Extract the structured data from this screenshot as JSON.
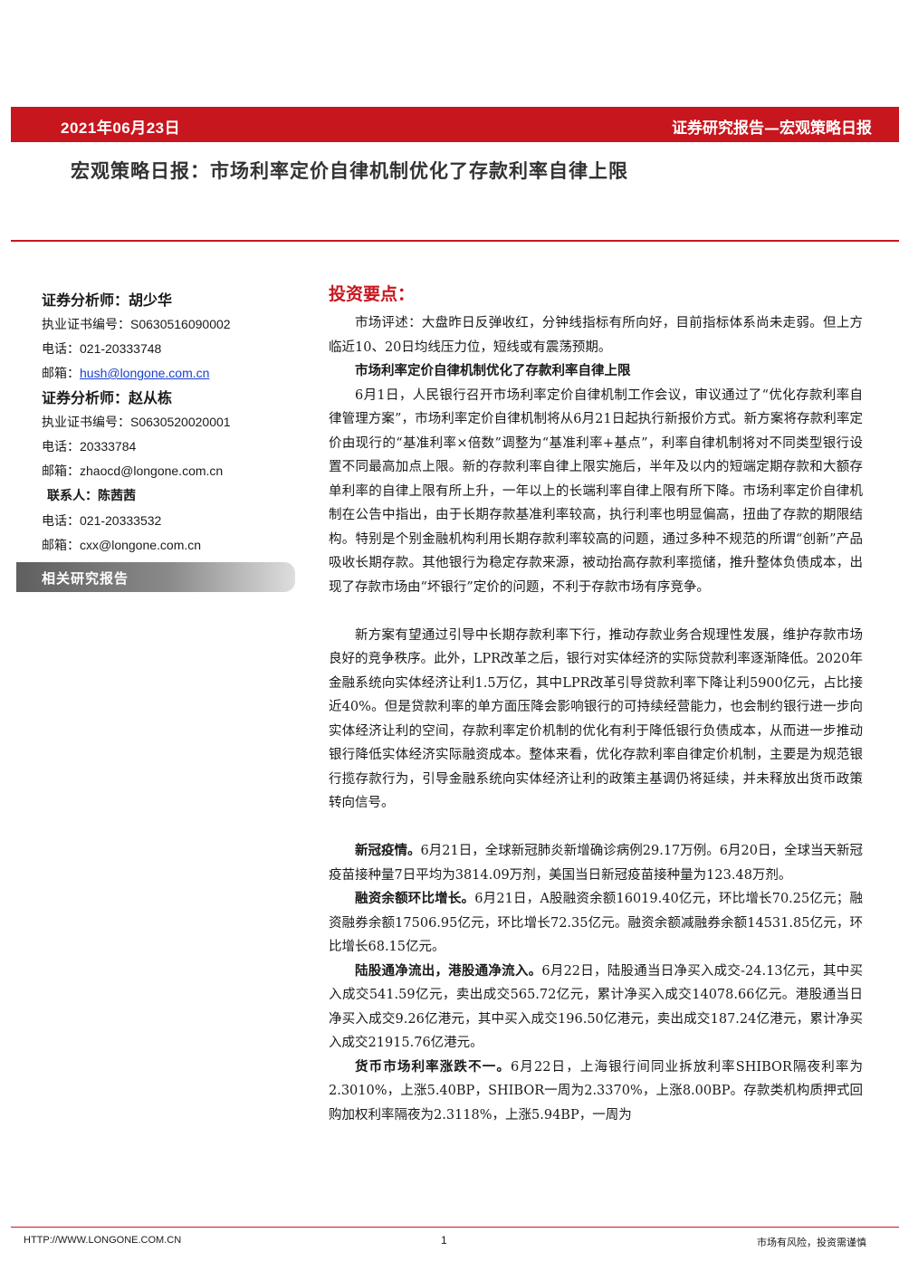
{
  "header": {
    "date": "2021年06月23日",
    "report_type": "证券研究报告—宏观策略日报",
    "title": "宏观策略日报：市场利率定价自律机制优化了存款利率自律上限"
  },
  "analysts": [
    {
      "title_label": "证券分析师：胡少华",
      "cert_label": "执业证书编号：",
      "cert": "S0630516090002",
      "phone_label": "电话：",
      "phone": "021-20333748",
      "email_label": "邮箱：",
      "email": "hush@longone.com.cn"
    },
    {
      "title_label": "证券分析师：赵从栋",
      "cert_label": "执业证书编号：",
      "cert": "S0630520020001",
      "phone_label": "电话：",
      "phone": "20333784",
      "email_label": "邮箱：",
      "email": "zhaocd@longone.com.cn"
    }
  ],
  "contact": {
    "title_label": "联系人：陈茜茜",
    "phone_label": "电话：",
    "phone": "021-20333532",
    "email_label": "邮箱：",
    "email": "cxx@longone.com.cn"
  },
  "related_label": "相关研究报告",
  "body": {
    "heading": "投资要点：",
    "market_review": "市场评述：大盘昨日反弹收红，分钟线指标有所向好，目前指标体系尚未走弱。但上方临近10、20日均线压力位，短线或有震荡预期。",
    "subheading": "市场利率定价自律机制优化了存款利率自律上限",
    "para1": "6月1日，人民银行召开市场利率定价自律机制工作会议，审议通过了“优化存款利率自律管理方案”，市场利率定价自律机制将从6月21日起执行新报价方式。新方案将存款利率定价由现行的“基准利率×倍数”调整为“基准利率+基点”，利率自律机制将对不同类型银行设置不同最高加点上限。新的存款利率自律上限实施后，半年及以内的短端定期存款和大额存单利率的自律上限有所上升，一年以上的长端利率自律上限有所下降。市场利率定价自律机制在公告中指出，由于长期存款基准利率较高，执行利率也明显偏高，扭曲了存款的期限结构。特别是个别金融机构利用长期存款利率较高的问题，通过多种不规范的所谓“创新”产品吸收长期存款。其他银行为稳定存款来源，被动抬高存款利率揽储，推升整体负债成本，出现了存款市场由“坏银行”定价的问题，不利于存款市场有序竞争。",
    "para2": "新方案有望通过引导中长期存款利率下行，推动存款业务合规理性发展，维护存款市场良好的竞争秩序。此外，LPR改革之后，银行对实体经济的实际贷款利率逐渐降低。2020年金融系统向实体经济让利1.5万亿，其中LPR改革引导贷款利率下降让利5900亿元，占比接近40%。但是贷款利率的单方面压降会影响银行的可持续经营能力，也会制约银行进一步向实体经济让利的空间，存款利率定价机制的优化有利于降低银行负债成本，从而进一步推动银行降低实体经济实际融资成本。整体来看，优化存款利率自律定价机制，主要是为规范银行揽存款行为，引导金融系统向实体经济让利的政策主基调仍将延续，并未释放出货币政策转向信号。",
    "covid_label": "新冠疫情。",
    "covid_text": "6月21日，全球新冠肺炎新增确诊病例29.17万例。6月20日，全球当天新冠疫苗接种量7日平均为3814.09万剂，美国当日新冠疫苗接种量为123.48万剂。",
    "margin_label": "融资余额环比增长。",
    "margin_text": "6月21日，A股融资余额16019.40亿元，环比增长70.25亿元；融资融券余额17506.95亿元，环比增长72.35亿元。融资余额减融券余额14531.85亿元，环比增长68.15亿元。",
    "connect_label": "陆股通净流出，港股通净流入。",
    "connect_text": "6月22日，陆股通当日净买入成交-24.13亿元，其中买入成交541.59亿元，卖出成交565.72亿元，累计净买入成交14078.66亿元。港股通当日净买入成交9.26亿港元，其中买入成交196.50亿港元，卖出成交187.24亿港元，累计净买入成交21915.76亿港元。",
    "money_label": "货币市场利率涨跌不一。",
    "money_text": "6月22日，上海银行间同业拆放利率SHIBOR隔夜利率为2.3010%，上涨5.40BP，SHIBOR一周为2.3370%，上涨8.00BP。存款类机构质押式回购加权利率隔夜为2.3118%，上涨5.94BP，一周为"
  },
  "footer": {
    "url": "HTTP://WWW.LONGONE.COM.CN",
    "page": "1",
    "risk": "市场有风险，投资需谨慎"
  }
}
